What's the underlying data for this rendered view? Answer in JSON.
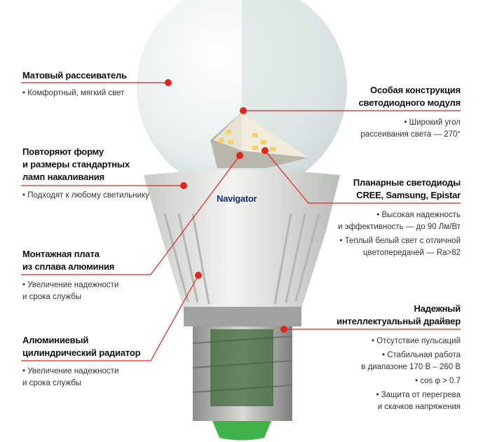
{
  "brand_logo": "Navigator",
  "colors": {
    "accent": "#e0261b",
    "base_tip": "#3fb34a"
  },
  "left": [
    {
      "title": [
        "Матовый рассеиватель"
      ],
      "bullets": [
        "• Комфортный, мягкий свет"
      ]
    },
    {
      "title": [
        "Повторяют форму",
        "и размеры стандартных",
        "ламп накаливания"
      ],
      "bullets": [
        "• Подходят к любому светильнику"
      ]
    },
    {
      "title": [
        "Монтажная плата",
        "из сплава алюминия"
      ],
      "bullets": [
        "• Увеличение надежности",
        "и срока службы"
      ]
    },
    {
      "title": [
        "Алюминиевый",
        "цилиндрический радиатор"
      ],
      "bullets": [
        "• Увеличение надежности",
        "и срока службы"
      ]
    }
  ],
  "right": [
    {
      "title": [
        "Особая конструкция",
        "светодиодного модуля"
      ],
      "bullets": [
        [
          "• Широкий угол",
          "рассеивания света — 270°"
        ]
      ]
    },
    {
      "title": [
        "Планарные светодиоды",
        "CREE, Samsung, Epistar"
      ],
      "bullets": [
        [
          "• Высокая надежность",
          "и эффективность — до 90 Лм/Вт"
        ],
        [
          "• Теплый белый свет с отличной",
          "цветопередачей — Ra>82"
        ]
      ]
    },
    {
      "title": [
        "Надежный",
        "интеллектуальный драйвер"
      ],
      "bullets": [
        [
          "• Отсутствие пульсаций"
        ],
        [
          "• Стабильная работа",
          "в диапазоне 170 В – 260 В"
        ],
        [
          "• cos φ > 0.7"
        ],
        [
          "• Защита от перегрева",
          "и скачков напряжения"
        ]
      ]
    }
  ]
}
